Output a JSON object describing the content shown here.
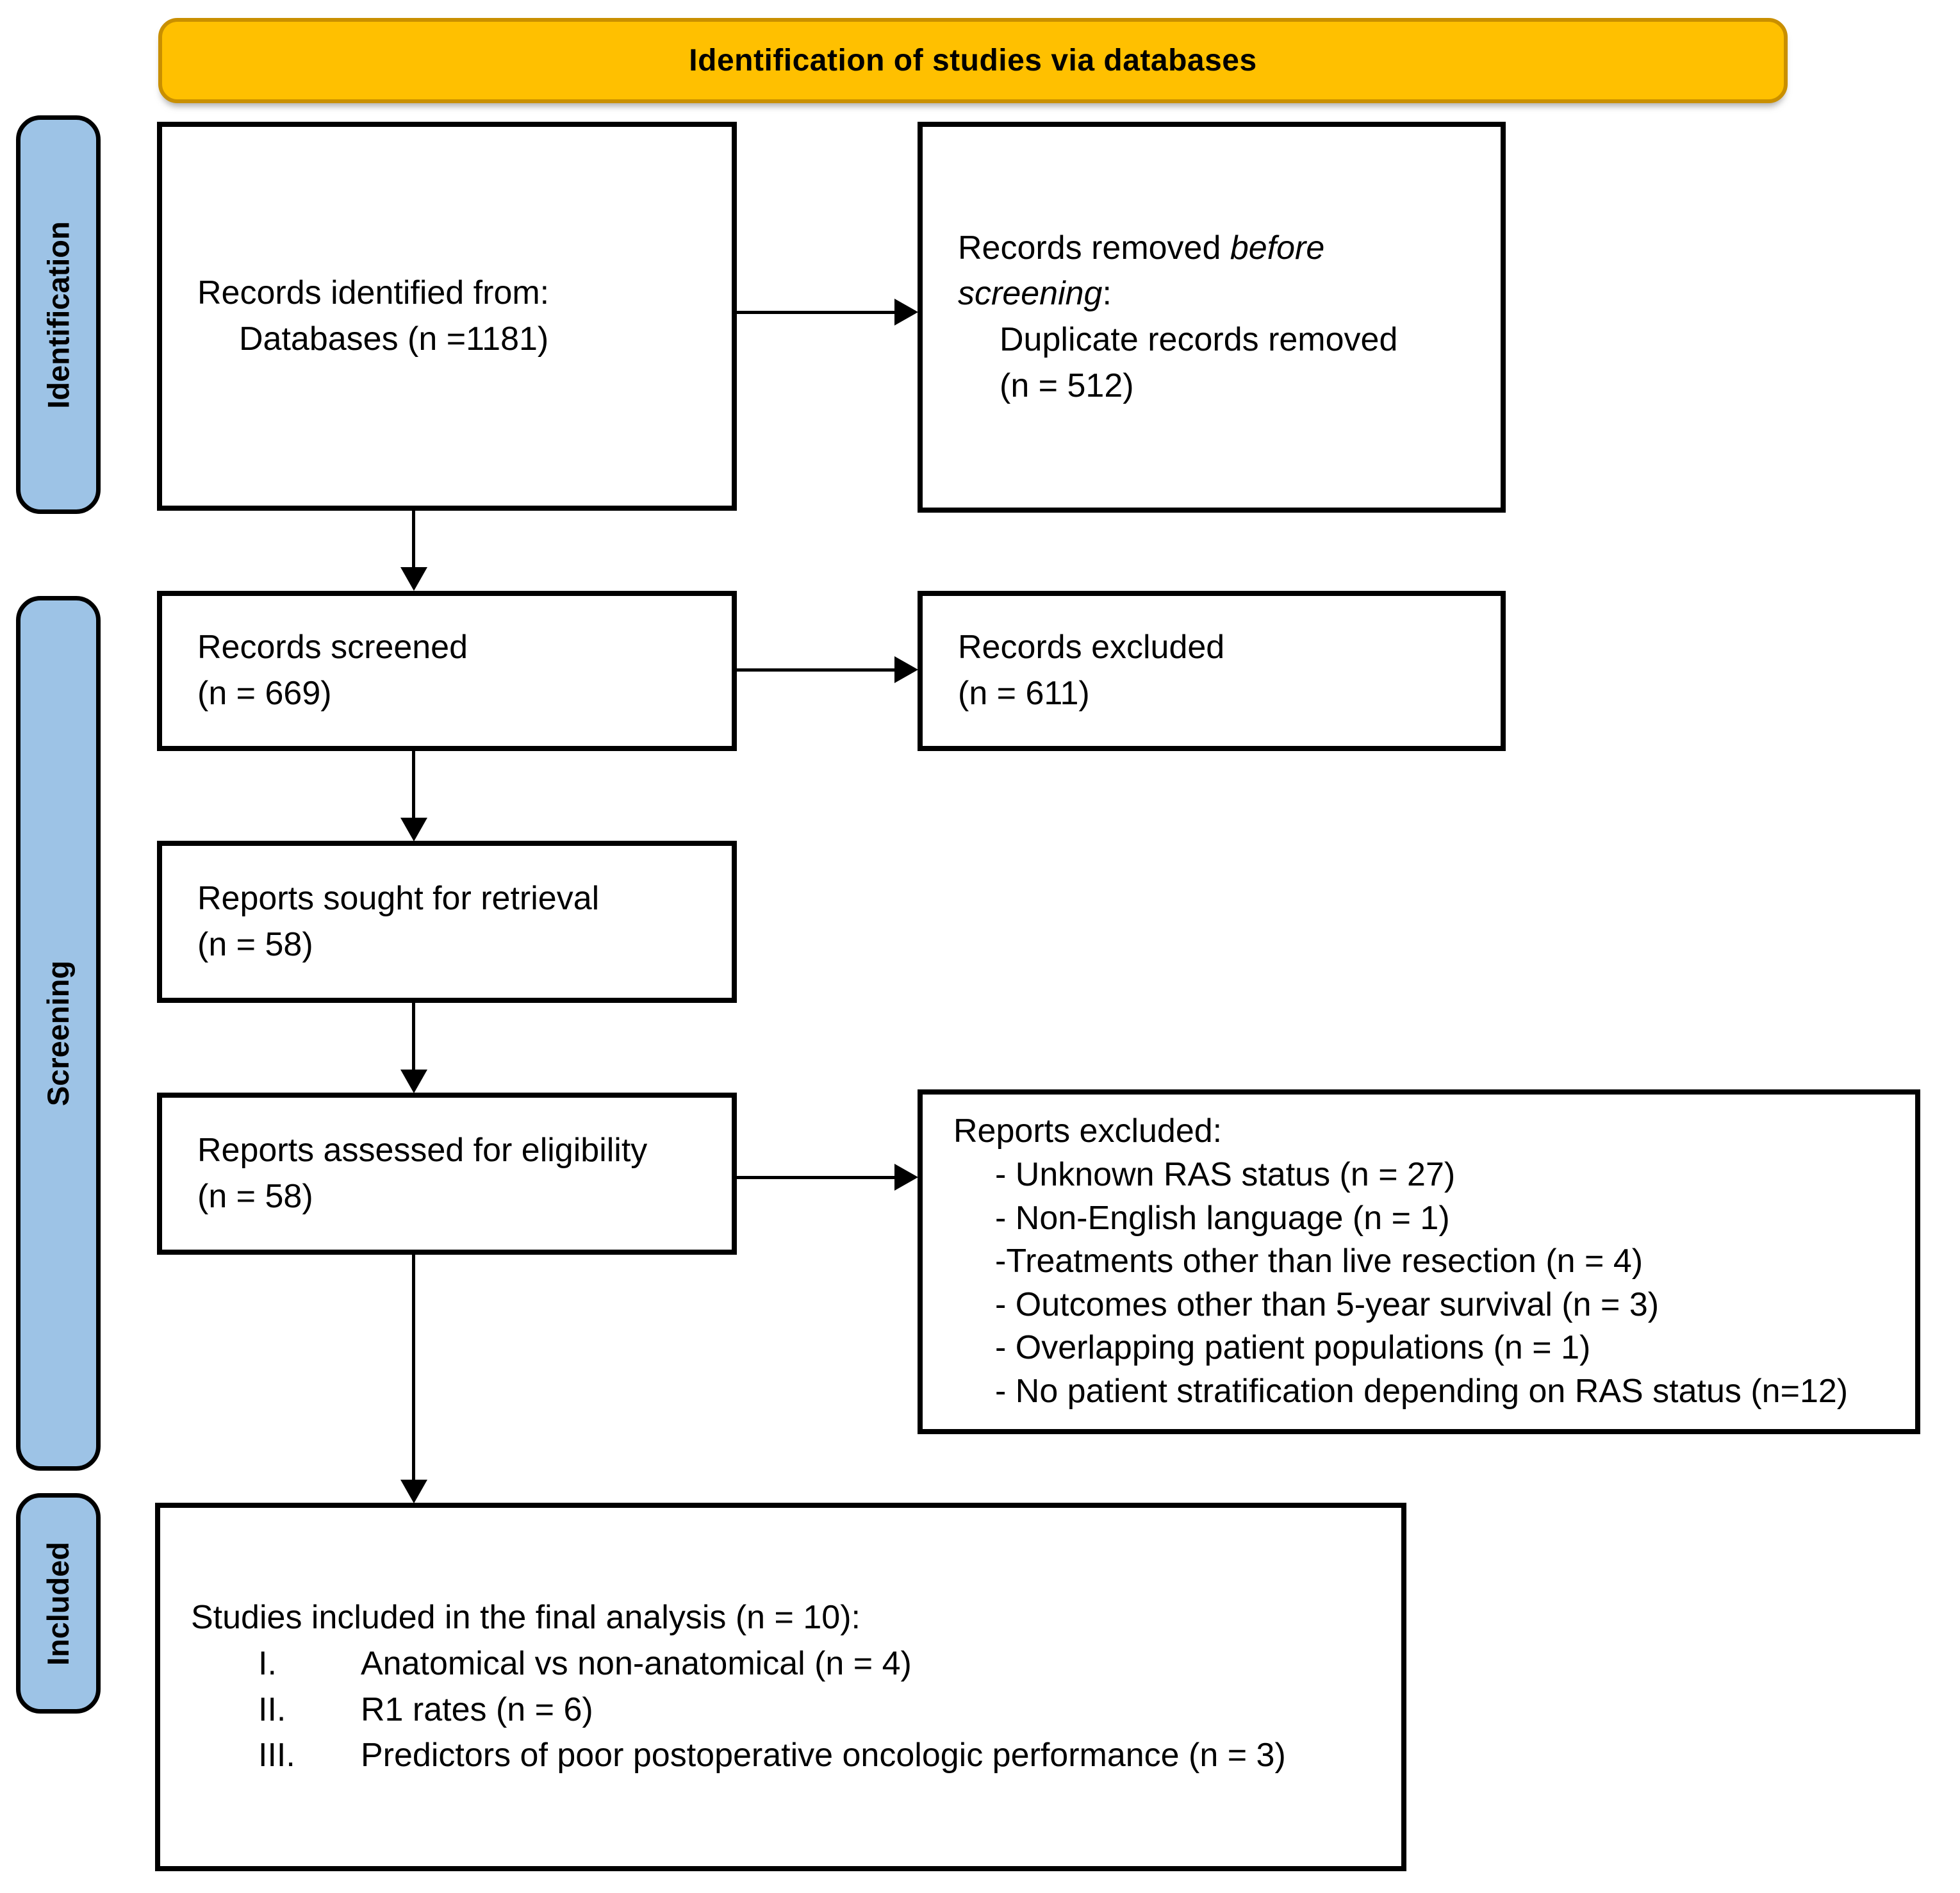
{
  "banner": {
    "title": "Identification of studies via databases"
  },
  "sidebar": {
    "identification": "Identification",
    "screening": "Screening",
    "included": "Included"
  },
  "boxes": {
    "identified": {
      "line1": "Records identified from:",
      "line2": "Databases (n =1181)"
    },
    "removed_before_screening": {
      "prefix": "Records removed ",
      "emphasis": "before screening",
      "suffix": ":",
      "detail": "Duplicate records removed",
      "count": "(n = 512)"
    },
    "records_screened": {
      "line1": "Records screened",
      "count": "(n = 669)"
    },
    "records_excluded": {
      "line1": "Records excluded",
      "count": "(n = 611)"
    },
    "reports_sought": {
      "line1": "Reports sought for retrieval",
      "count": "(n = 58)"
    },
    "reports_assessed": {
      "line1": "Reports assessed for eligibility",
      "count": "(n = 58)"
    },
    "reports_excluded": {
      "title": "Reports excluded:",
      "items": [
        "- Unknown RAS status (n = 27)",
        "- Non-English language (n = 1)",
        "-Treatments other than live resection (n = 4)",
        "- Outcomes other than 5-year survival (n = 3)",
        "- Overlapping patient populations (n = 1)",
        "- No patient stratification depending on RAS status (n=12)"
      ]
    },
    "studies_included": {
      "title": "Studies included in the final analysis (n = 10):",
      "items": [
        {
          "num": "I.",
          "text": "Anatomical vs non-anatomical (n = 4)"
        },
        {
          "num": "II.",
          "text": "R1 rates (n = 6)"
        },
        {
          "num": "III.",
          "text": "Predictors of poor postoperative oncologic performance (n = 3)"
        }
      ]
    }
  },
  "colors": {
    "banner_fill": "#FFC000",
    "banner_border": "#C98F00",
    "sidebar_fill": "#9DC3E6",
    "box_border": "#000000"
  }
}
